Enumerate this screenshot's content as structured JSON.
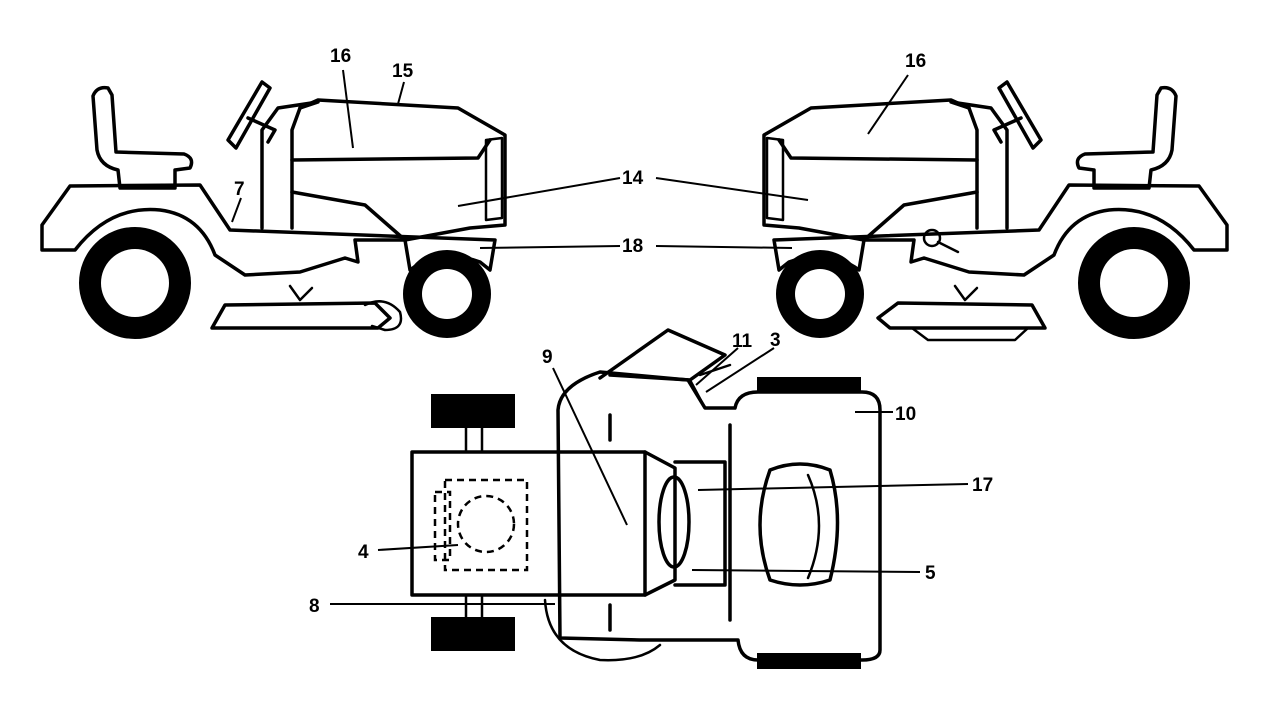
{
  "callouts": {
    "left_16": "16",
    "left_15": "15",
    "left_7": "7",
    "center_14": "14",
    "center_18": "18",
    "right_16": "16",
    "top_9": "9",
    "top_11": "11",
    "top_3": "3",
    "top_10": "10",
    "top_17": "17",
    "top_4": "4",
    "top_5": "5",
    "top_8": "8"
  }
}
